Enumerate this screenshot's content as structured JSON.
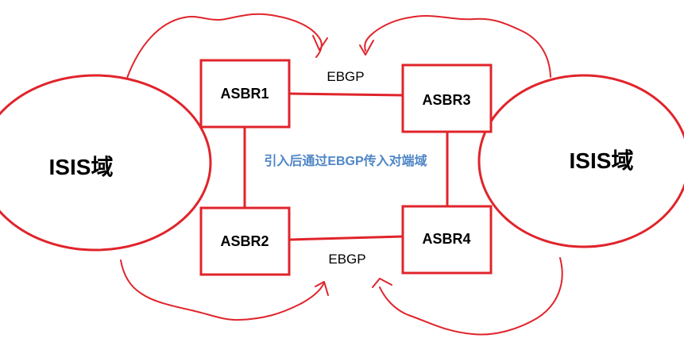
{
  "diagram": {
    "domains": {
      "left": "ISIS域",
      "right": "ISIS域"
    },
    "routers": {
      "asbr1": "ASBR1",
      "asbr2": "ASBR2",
      "asbr3": "ASBR3",
      "asbr4": "ASBR4"
    },
    "links": {
      "top": "EBGP",
      "bottom": "EBGP"
    },
    "center_note": "引入后通过EBGP传入对端域",
    "colors": {
      "accent_red": "#e0242b",
      "note_blue": "#4f86c6",
      "text": "#000000"
    }
  }
}
